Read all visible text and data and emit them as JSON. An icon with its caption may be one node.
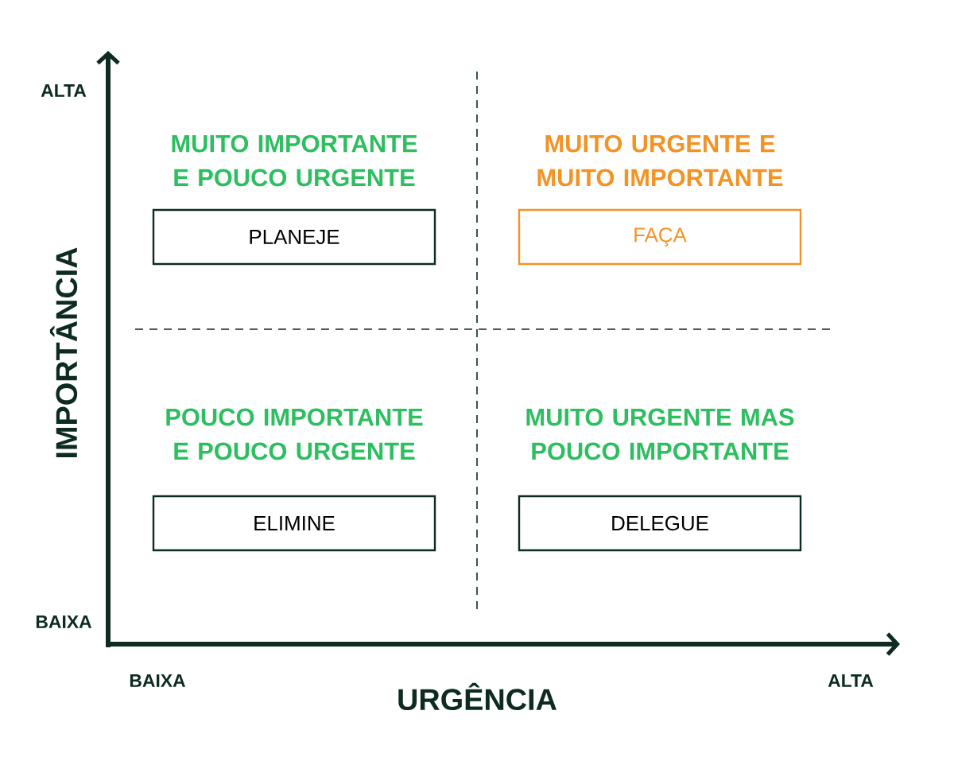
{
  "diagram": {
    "nodes": [
      {
        "text": [
          "MUITO IMPORTANTE E POUCO URGENTE",
          "PLANEJE"
        ]
      },
      {
        "text": [
          "MUITO URGENTE E MUITO IMPORTANTE",
          "FAÇA"
        ]
      },
      {
        "text": [
          "POUCO IMPORTANTE E POUCO URGENTE",
          "ELIMINE"
        ]
      },
      {
        "text": [
          "MUITO URGENTE MAS POUCO IMPORTANTE",
          "DELEGUE"
        ]
      }
    ],
    "labels": [
      "ALTA",
      "IMPORTÂNCIA",
      "BAIXA",
      "BAIXA",
      "URGÊNCIA",
      "ALTA"
    ]
  }
}
